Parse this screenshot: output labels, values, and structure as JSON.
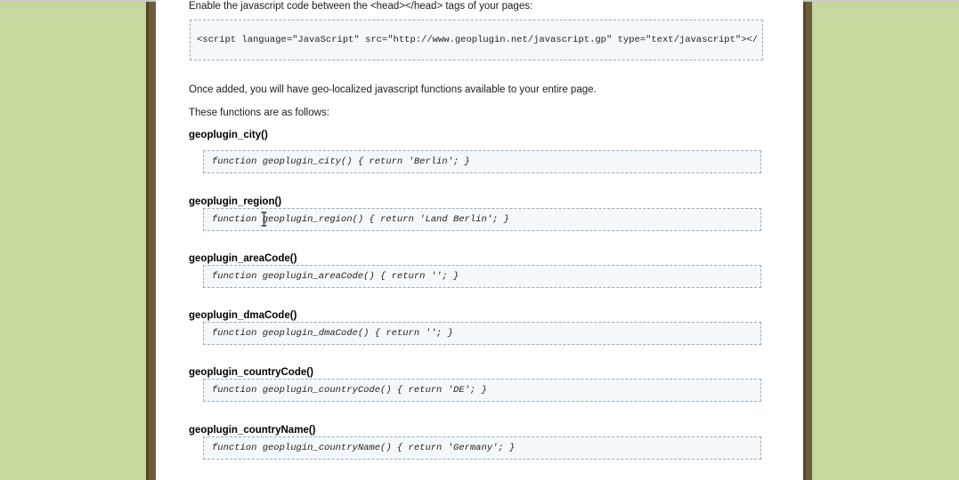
{
  "colors": {
    "green": "#c5d89e",
    "brown": "#6f5b3a",
    "brown_dark": "#54462a",
    "top_line": "#c9c9c9",
    "box_bg": "#f5f8fa",
    "box_border": "#96adbb",
    "heading_text": "#000000",
    "body_text": "#1c1c1c",
    "code_text": "#222222"
  },
  "intro": {
    "text": "Enable the javascript code between the <head></head> tags of your pages:"
  },
  "script_snippet": {
    "code": "<script language=\"JavaScript\" src=\"http://www.geoplugin.net/javascript.gp\" type=\"text/javascript\"></"
  },
  "description": {
    "once_added": "Once added, you will have geo-localized javascript functions available to your entire page.",
    "functions_intro": "These functions are as follows:"
  },
  "functions": [
    {
      "name": "geoplugin_city()",
      "code": "function geoplugin_city() { return 'Berlin'; }"
    },
    {
      "name": "geoplugin_region()",
      "code": "function geoplugin_region() { return 'Land Berlin'; }"
    },
    {
      "name": "geoplugin_areaCode()",
      "code": "function geoplugin_areaCode() { return ''; }"
    },
    {
      "name": "geoplugin_dmaCode()",
      "code": "function geoplugin_dmaCode() { return ''; }"
    },
    {
      "name": "geoplugin_countryCode()",
      "code": "function geoplugin_countryCode() { return 'DE'; }"
    },
    {
      "name": "geoplugin_countryName()",
      "code": "function geoplugin_countryName() { return 'Germany'; }"
    }
  ],
  "icons": {
    "text_cursor": "text-ibeam-cursor"
  }
}
